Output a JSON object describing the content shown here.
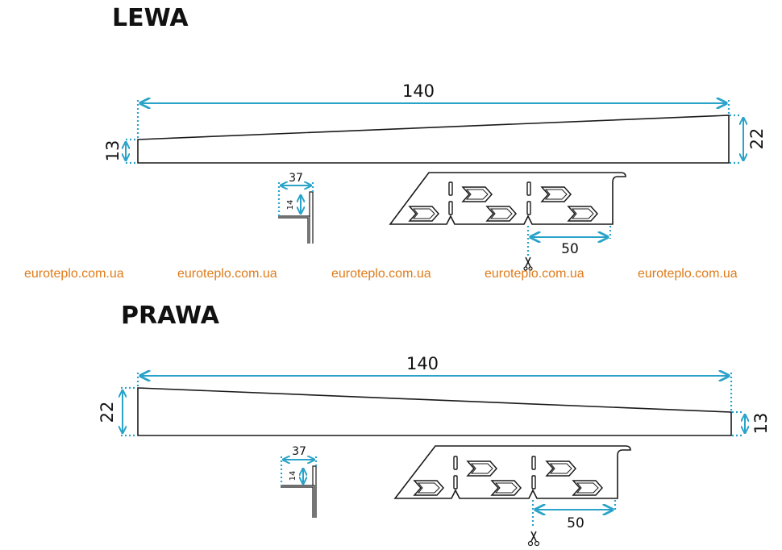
{
  "colors": {
    "dimension": "#2aa3c9",
    "outline": "#1a1a1a",
    "watermark": "#e07b1a"
  },
  "lewa": {
    "title": "LEWA",
    "length": "140",
    "left_height": "13",
    "right_height": "22",
    "profile_width": "37",
    "profile_height": "14",
    "cut_spacing": "50"
  },
  "watermark": [
    "euroteplo.com.ua",
    "euroteplo.com.ua",
    "euroteplo.com.ua",
    "euroteplo.com.ua",
    "euroteplo.com.ua"
  ],
  "prawa": {
    "title": "PRAWA",
    "length": "140",
    "left_height": "22",
    "right_height": "13",
    "profile_width": "37",
    "profile_height": "14",
    "cut_spacing": "50"
  },
  "icons": [
    "scissors-icon"
  ]
}
